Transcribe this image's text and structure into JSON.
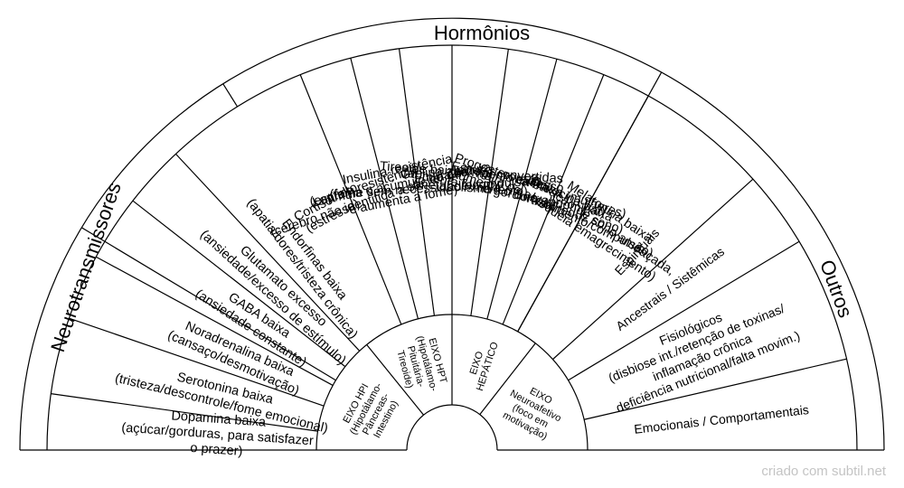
{
  "categories": {
    "hormonios": "Hormônios",
    "neurotransmissores": "Neurotransmissores",
    "outros": "Outros"
  },
  "sectors": {
    "neuro": [
      [
        "Dopamina baixa",
        "(açúcar/gorduras, para satisfazer",
        "o prazer)"
      ],
      [
        "Serotonina baixa",
        "(tristeza/descontrole/fome emocional)"
      ],
      [
        "Noradrenalina baixa",
        "(cansaço/desmotivação)"
      ],
      [
        "GABA baixa",
        "(ansiedade constante)"
      ],
      [
        "Glutamato excesso",
        "(ansiedade/excesso de estímulo)"
      ],
      [
        "Endorfinas baixa",
        "(apatia/dores/tristeza crônica)"
      ]
    ],
    "hormones": [
      [
        "Cortisol alto",
        "(estresse)"
      ],
      [
        "Leptina resistência",
        "(cérebro não identifica a saciedade)"
      ],
      [
        "Insulina resistência",
        "(estimula o acúmulo de gordura",
        "e aumenta a fome)"
      ],
      [
        "Grelina alta",
        "(fome sem necessidade/compulsão)"
      ],
      [
        "Tireoide baixos/mal convertidas",
        "(metabolismo lento)"
      ],
      [
        "Estrogênio excesso",
        "(aumenta fome/gordura abdominal)"
      ],
      [
        "Progesterona baixa (mulheres)",
        "(aumenta o cortisol/reduz sono)"
      ],
      [
        "Ocitocina baixa",
        "(falta de acolhimento/compulsão)"
      ],
      [
        "Melatonina baixa",
        "(privação de sono ameaçada,",
        "bloqueia emagrecimento)"
      ]
    ],
    "outros": [
      [
        "Espirituais"
      ],
      [
        "Ancestrais / Sistêmicas"
      ],
      [
        "Fisiológicos",
        "(disbiose int./retenção de toxinas/",
        "inflamação crônica",
        "deficiência nutricional/falta movim.)"
      ],
      [
        "Emocionais / Comportamentais"
      ]
    ]
  },
  "axes": [
    [
      "EIXO HPI",
      "(Hipotálamo-",
      "Pâncreas-",
      "Intestino)"
    ],
    [
      "EIXO HPT",
      "(Hipotálamo-",
      "Pituitária-",
      "Tireoide)"
    ],
    [
      "EIXO",
      "HEPÁTICO"
    ],
    [
      "EIXO",
      "Neuroafetivo",
      "(foco em",
      "motivação)"
    ]
  ],
  "footer": "criado com subtil.net"
}
